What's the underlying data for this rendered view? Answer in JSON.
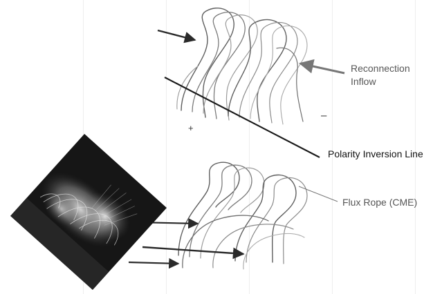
{
  "labels": {
    "reconnection_line1": "Reconnection",
    "reconnection_line2": "Inflow",
    "polarity_inversion_line": "Polarity Inversion Line",
    "flux_rope": "Flux Rope (CME)",
    "plus_sign": "+",
    "minus_sign": "–"
  },
  "colors": {
    "background": "#ffffff",
    "field_lines": "#6e6e6e",
    "field_lines_light": "#a8a8a8",
    "arrows": "#2a2a2a",
    "pil_line": "#1a1a1a",
    "annotation_text": "#555555"
  },
  "image": {
    "description_icon": "solar-corona-photo"
  }
}
